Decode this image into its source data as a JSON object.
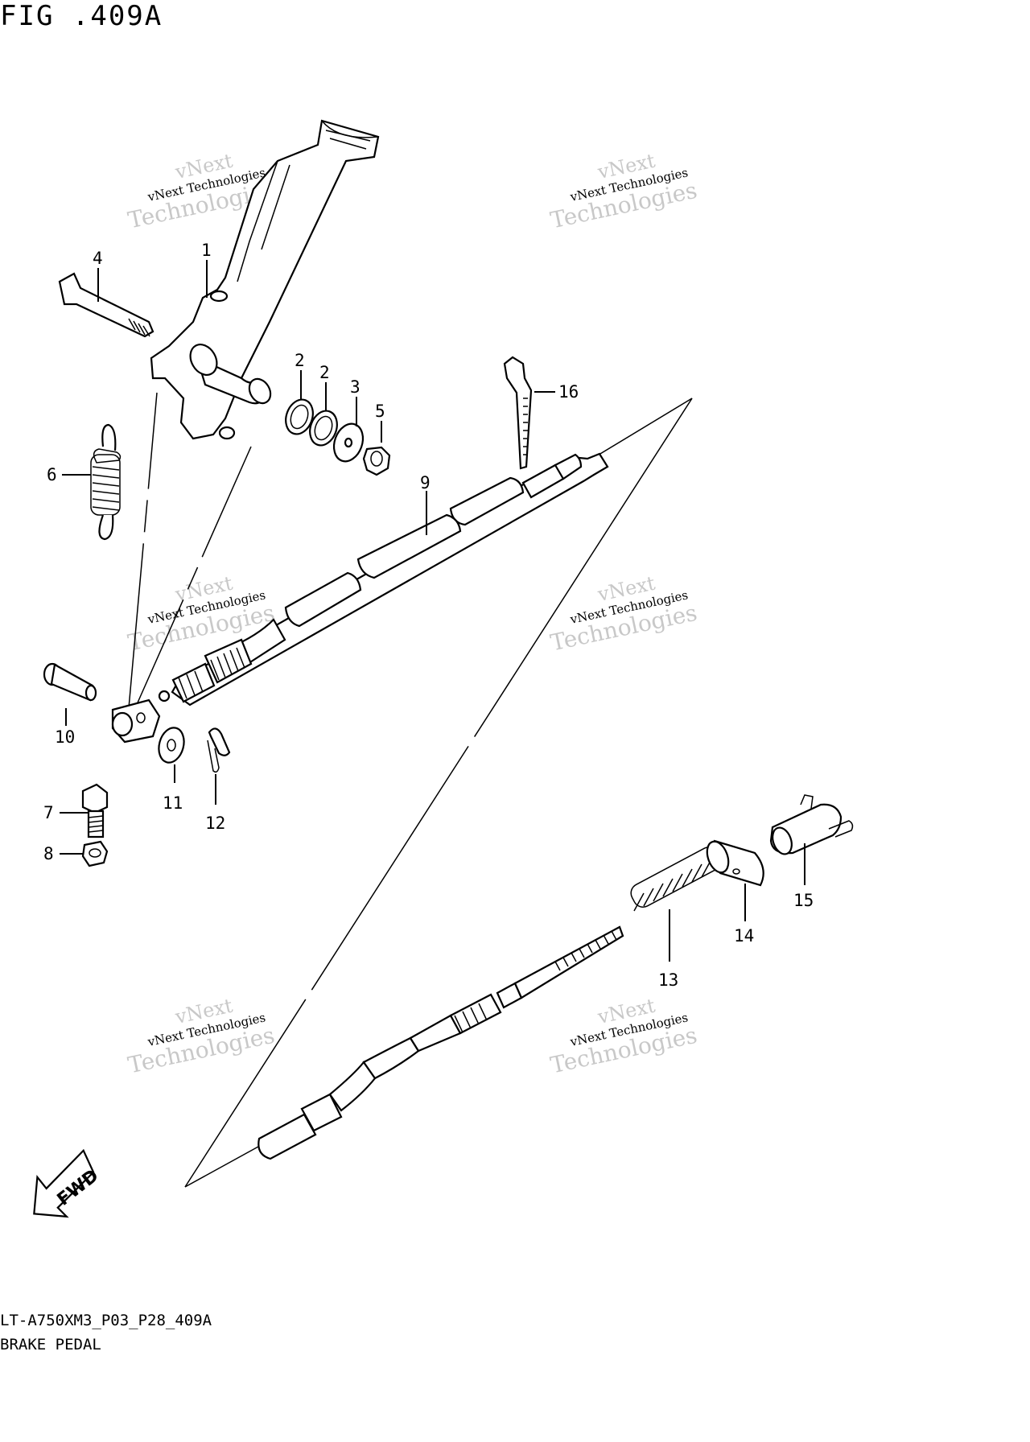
{
  "figure": {
    "title": "FIG .409A"
  },
  "footer": {
    "code": "LT-A750XM3_P03_P28_409A",
    "name": "BRAKE PEDAL"
  },
  "watermark": {
    "line1": "vNext",
    "line2": "vNext Technologies",
    "line3": "Technologies"
  },
  "fwd_label": "FWD",
  "callouts": [
    {
      "id": "c1",
      "text": "1"
    },
    {
      "id": "c2a",
      "text": "2"
    },
    {
      "id": "c2b",
      "text": "2"
    },
    {
      "id": "c3",
      "text": "3"
    },
    {
      "id": "c4",
      "text": "4"
    },
    {
      "id": "c5",
      "text": "5"
    },
    {
      "id": "c6",
      "text": "6"
    },
    {
      "id": "c7",
      "text": "7"
    },
    {
      "id": "c8",
      "text": "8"
    },
    {
      "id": "c9",
      "text": "9"
    },
    {
      "id": "c10",
      "text": "10"
    },
    {
      "id": "c11",
      "text": "11"
    },
    {
      "id": "c12",
      "text": "12"
    },
    {
      "id": "c13",
      "text": "13"
    },
    {
      "id": "c14",
      "text": "14"
    },
    {
      "id": "c15",
      "text": "15"
    },
    {
      "id": "c16",
      "text": "16"
    }
  ],
  "colors": {
    "line": "#000000",
    "background": "#ffffff",
    "watermark": "#c8c8c8"
  }
}
